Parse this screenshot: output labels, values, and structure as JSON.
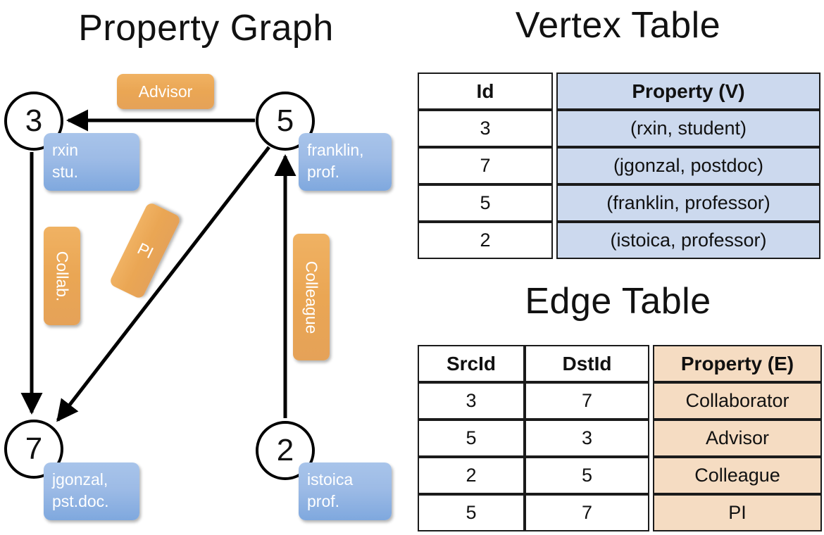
{
  "titles": {
    "property_graph": "Property Graph",
    "vertex_table": "Vertex Table",
    "edge_table": "Edge Table"
  },
  "graph": {
    "nodes": [
      {
        "id": "3",
        "property": "rxin\nstu."
      },
      {
        "id": "5",
        "property": "franklin,\nprof."
      },
      {
        "id": "7",
        "property": "jgonzal,\npst.doc."
      },
      {
        "id": "2",
        "property": "istoica\nprof."
      }
    ],
    "edge_labels": [
      {
        "name": "advisor",
        "text": "Advisor"
      },
      {
        "name": "collab",
        "text": "Collab."
      },
      {
        "name": "pi",
        "text": "PI"
      },
      {
        "name": "colleague",
        "text": "Colleague"
      }
    ]
  },
  "vertex_table": {
    "headers": [
      "Id",
      "Property (V)"
    ],
    "rows": [
      {
        "id": "3",
        "property": "(rxin, student)"
      },
      {
        "id": "7",
        "property": "(jgonzal, postdoc)"
      },
      {
        "id": "5",
        "property": "(franklin, professor)"
      },
      {
        "id": "2",
        "property": "(istoica, professor)"
      }
    ]
  },
  "edge_table": {
    "headers": [
      "SrcId",
      "DstId",
      "Property (E)"
    ],
    "rows": [
      {
        "src": "3",
        "dst": "7",
        "property": "Collaborator"
      },
      {
        "src": "5",
        "dst": "3",
        "property": "Advisor"
      },
      {
        "src": "2",
        "dst": "5",
        "property": "Colleague"
      },
      {
        "src": "5",
        "dst": "7",
        "property": "PI"
      }
    ]
  },
  "colors": {
    "vertex_property_fill": "#ccd9ee",
    "edge_property_fill": "#f5dcc2",
    "node_box_blue": "#9dbbe6",
    "edge_label_orange": "#eaa654"
  }
}
